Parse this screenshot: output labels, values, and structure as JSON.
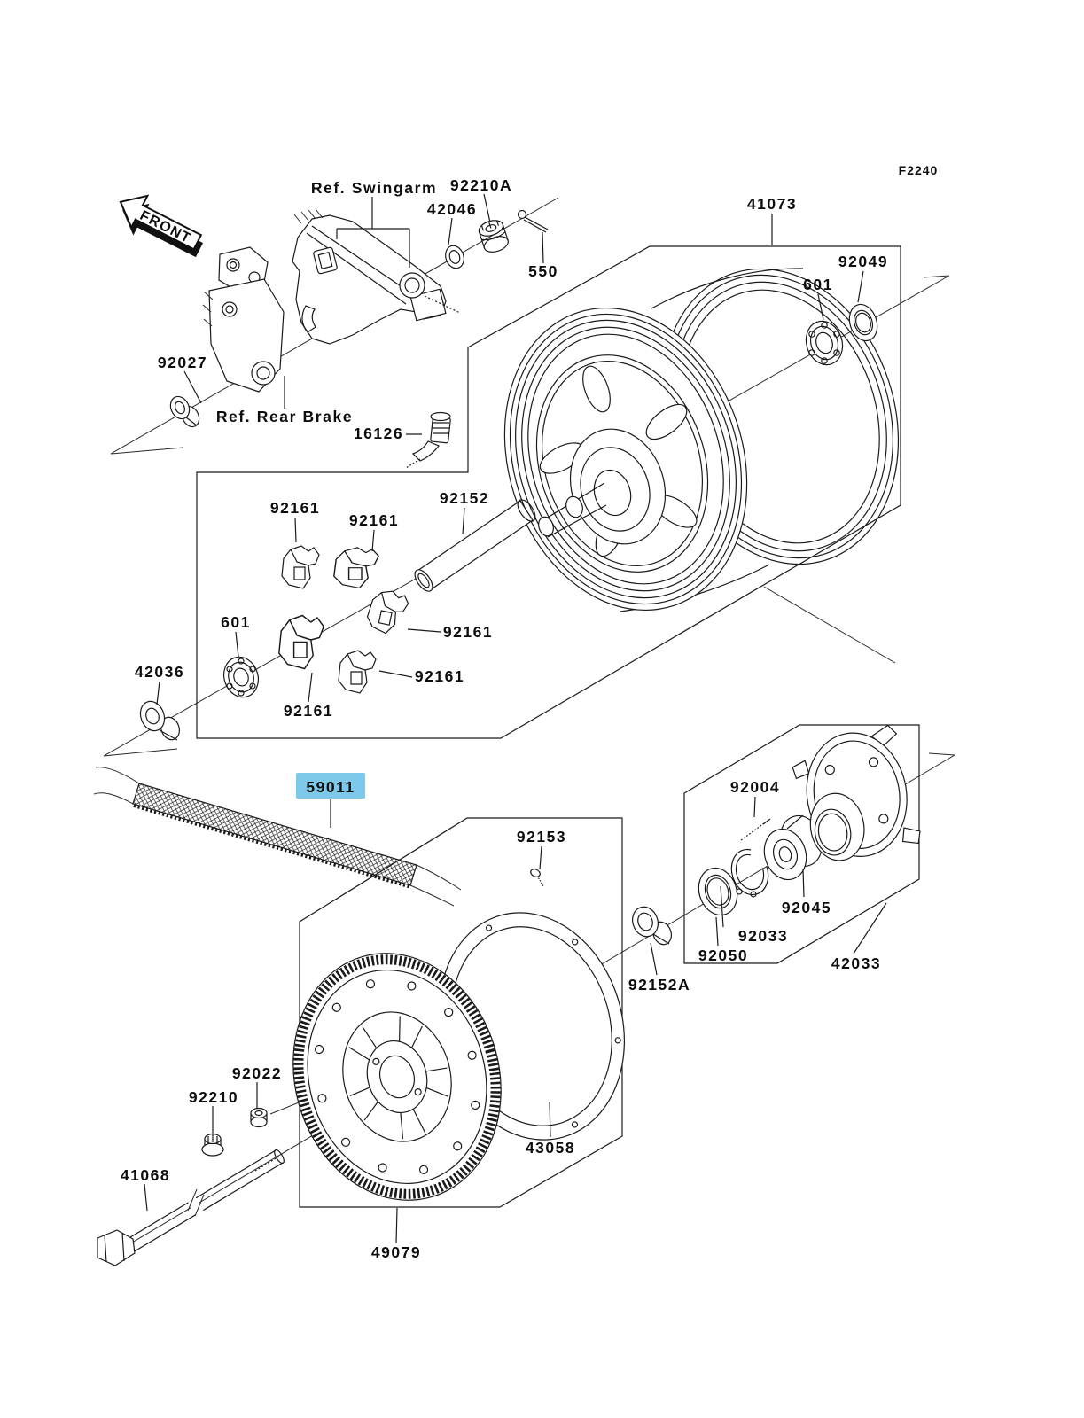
{
  "figure_code": "F2240",
  "front_marker": "FRONT",
  "highlight": {
    "part": "59011",
    "bg": "#7ec9e9",
    "fg": "#0d5e97"
  },
  "references": {
    "swingarm": "Ref. Swingarm",
    "rear_brake": "Ref. Rear Brake"
  },
  "labels": [
    {
      "id": "front-marker",
      "text": "FRONT"
    },
    {
      "id": "ref-swingarm",
      "text": "Ref. Swingarm"
    },
    {
      "id": "92210A",
      "text": "92210A"
    },
    {
      "id": "42046",
      "text": "42046"
    },
    {
      "id": "550",
      "text": "550"
    },
    {
      "id": "41073",
      "text": "41073"
    },
    {
      "id": "figure-code",
      "text": "F2240"
    },
    {
      "id": "92049",
      "text": "92049"
    },
    {
      "id": "601-top",
      "text": "601"
    },
    {
      "id": "92027",
      "text": "92027"
    },
    {
      "id": "ref-rear-brake",
      "text": "Ref. Rear Brake"
    },
    {
      "id": "16126",
      "text": "16126"
    },
    {
      "id": "92161-1",
      "text": "92161"
    },
    {
      "id": "92161-2",
      "text": "92161"
    },
    {
      "id": "92152",
      "text": "92152"
    },
    {
      "id": "92161-3",
      "text": "92161"
    },
    {
      "id": "92161-4",
      "text": "92161"
    },
    {
      "id": "92161-5",
      "text": "92161"
    },
    {
      "id": "601-mid",
      "text": "601"
    },
    {
      "id": "42036",
      "text": "42036"
    },
    {
      "id": "59011",
      "text": "59011"
    },
    {
      "id": "92153",
      "text": "92153"
    },
    {
      "id": "92004",
      "text": "92004"
    },
    {
      "id": "92045",
      "text": "92045"
    },
    {
      "id": "92033",
      "text": "92033"
    },
    {
      "id": "92050",
      "text": "92050"
    },
    {
      "id": "92152A",
      "text": "92152A"
    },
    {
      "id": "42033",
      "text": "42033"
    },
    {
      "id": "92022",
      "text": "92022"
    },
    {
      "id": "92210",
      "text": "92210"
    },
    {
      "id": "41068",
      "text": "41068"
    },
    {
      "id": "43058",
      "text": "43058"
    },
    {
      "id": "49079",
      "text": "49079"
    }
  ]
}
